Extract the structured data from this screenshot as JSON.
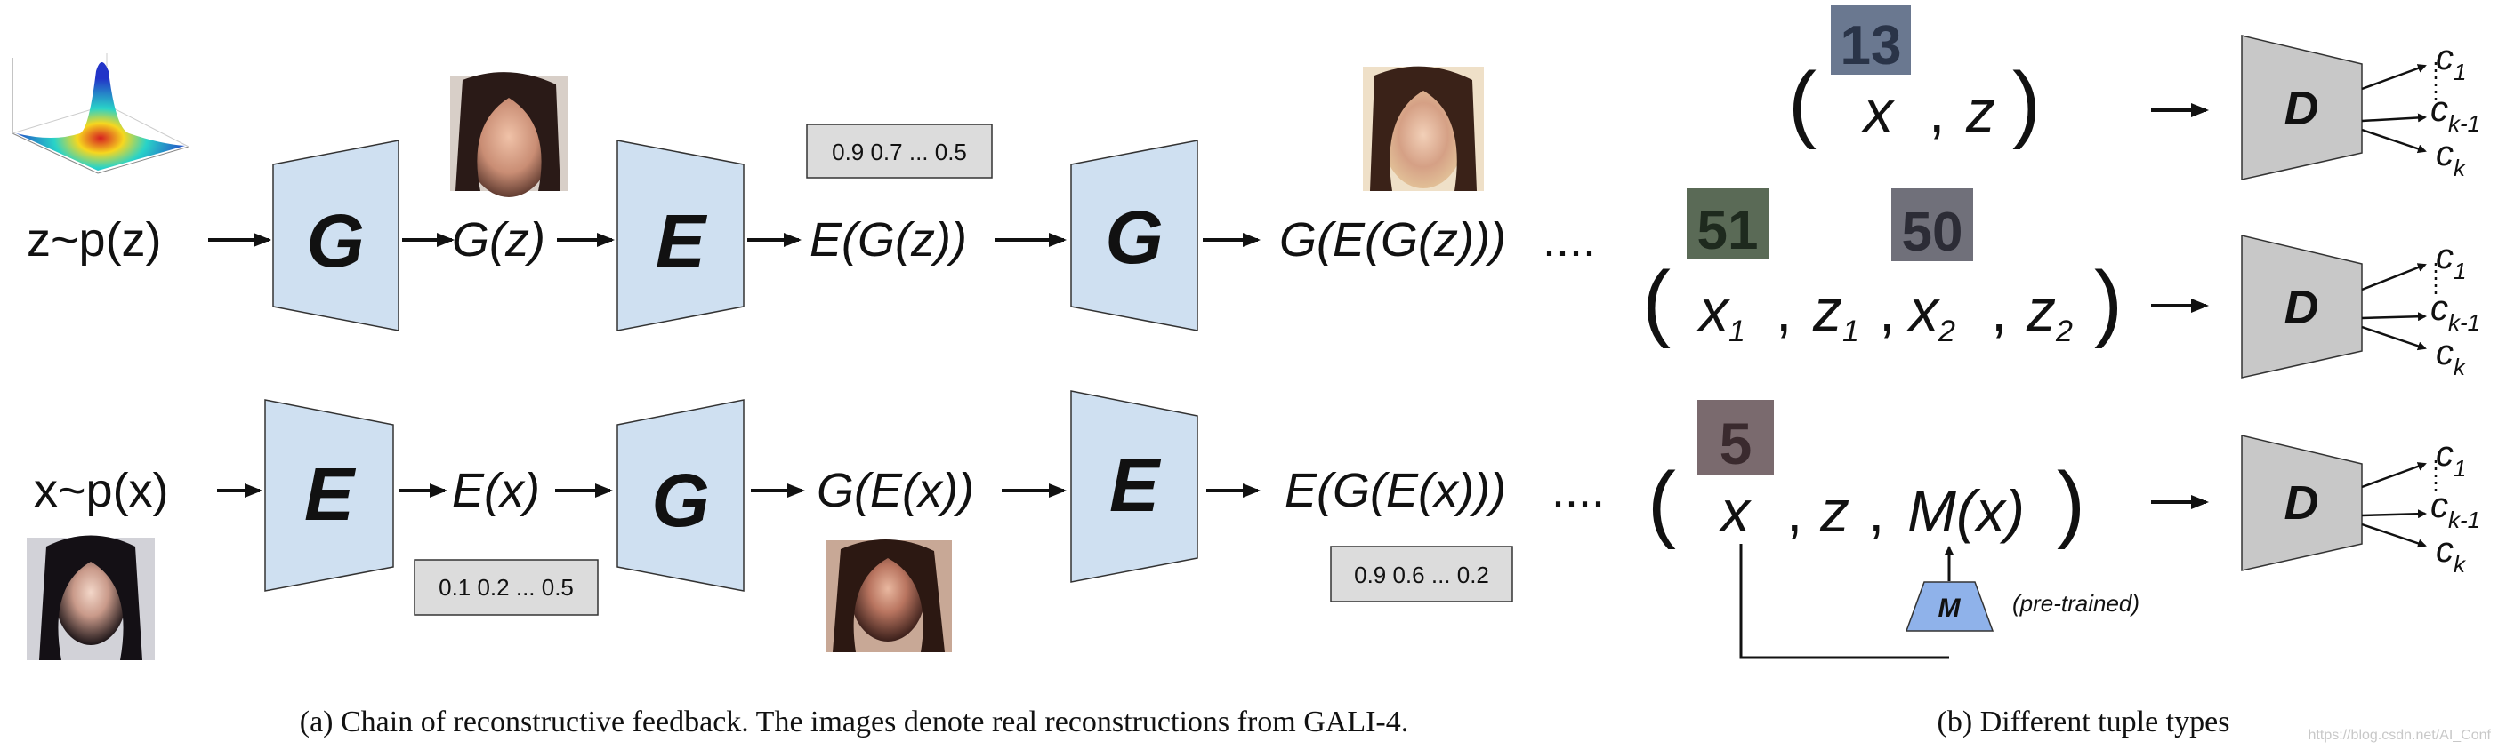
{
  "panel_a": {
    "row1": {
      "input": "z~p(z)",
      "block1": "G",
      "out1": "G(z)",
      "block2": "E",
      "out2": "E(G(z))",
      "block3": "G",
      "out3": "G(E(G(z)))",
      "ellipsis": "....",
      "code": "0.9 0.7 ... 0.5"
    },
    "row2": {
      "input": "x~p(x)",
      "block1": "E",
      "out1": "E(x)",
      "block2": "G",
      "out2": "G(E(x))",
      "block3": "E",
      "out3": "E(G(E(x)))",
      "ellipsis": "....",
      "code1": "0.1 0.2 ... 0.5",
      "code2": "0.9 0.6 ... 0.2"
    },
    "caption": "(a) Chain of reconstructive feedback. The images denote real reconstructions from GALI-4."
  },
  "panel_b": {
    "discriminator": "D",
    "outputs": {
      "c": "c",
      "sub1": "1",
      "subk1": "k-1",
      "subk": "k"
    },
    "tuple1": {
      "x": "x",
      "z": "z"
    },
    "tuple2": {
      "x": "x",
      "z": "z",
      "sub1": "1",
      "sub2": "2"
    },
    "tuple3": {
      "x": "x",
      "z": "z",
      "m": "M(x)",
      "model": "M",
      "note": "(pre-trained)"
    },
    "digits": {
      "d1": "13",
      "d2": "51",
      "d3": "50",
      "d4": "5"
    },
    "caption": "(b) Different tuple types"
  },
  "watermark": "https://blog.csdn.net/AI_Conf",
  "colors": {
    "block_fill": "#cfe0f1",
    "disc_fill": "#c8c8c8",
    "m_fill": "#8fb2ea",
    "code_fill": "#dcdcdc"
  }
}
